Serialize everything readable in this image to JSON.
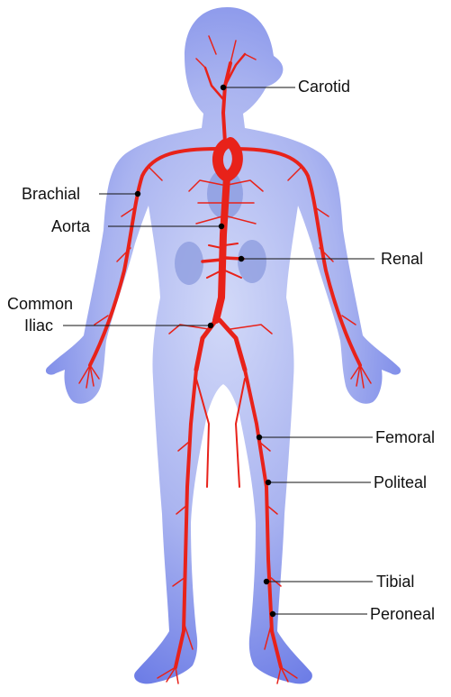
{
  "labels": {
    "carotid": "Carotid",
    "brachial": "Brachial",
    "aorta": "Aorta",
    "renal": "Renal",
    "common_iliac_line1": "Common",
    "common_iliac_line2": "Iliac",
    "femoral": "Femoral",
    "politeal": "Politeal",
    "tibial": "Tibial",
    "peroneal": "Peroneal"
  },
  "colors": {
    "body_fill_center": "#c7cff5",
    "body_fill_edge": "#6f7fe6",
    "organ": "#8e9ee0",
    "artery": "#e8221a",
    "leader": "#111111",
    "dot": "#000000"
  }
}
